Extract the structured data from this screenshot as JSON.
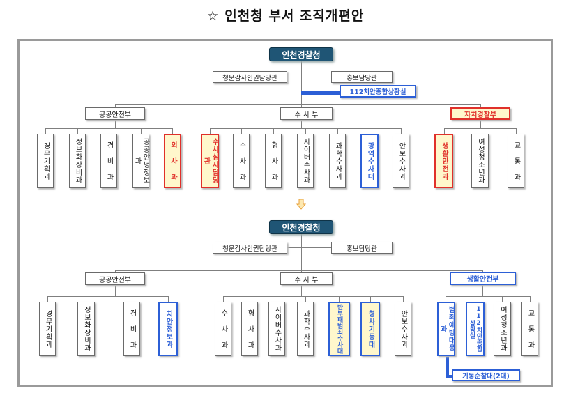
{
  "title": "☆ 인천청 부서 조직개편안",
  "before": {
    "head": "인천경찰청",
    "staff_left": "청문감사인권담당관",
    "staff_right": "홍보담당관",
    "staff_new": "112치안종합상황실",
    "bureaus": [
      "공공안전부",
      "수 사 부",
      "자치경찰부"
    ],
    "units_public": [
      "경무기획과",
      "정보화장비과",
      "경 비 과",
      "공공안녕정보과",
      "외 사 과"
    ],
    "units_invest": [
      "수사심사담당관",
      "수 사 과",
      "형 사 과",
      "사이버수사과",
      "과학수사과",
      "광역수사대",
      "안보수사과"
    ],
    "units_autonomy": [
      "생활안전과",
      "여성청소년과",
      "교 통 과"
    ]
  },
  "after": {
    "head": "인천경찰청",
    "staff_left": "청문감사인권담당관",
    "staff_right": "홍보담당관",
    "bureaus": [
      "공공안전부",
      "수 사 부",
      "생활안전부"
    ],
    "units_public": [
      "경무기획과",
      "정보화장비과",
      "경 비 과",
      "치안정보과"
    ],
    "units_invest": [
      "수 사 과",
      "형 사 과",
      "사이버수사과",
      "과학수사과",
      "반부패범죄수사대",
      "형사기동대",
      "안보수사과"
    ],
    "units_safety": [
      "범죄예방대응과",
      "112치안종합상황실",
      "여성청소년과",
      "교 통 과"
    ],
    "sub_unit": "기동순찰대(2대)"
  },
  "colors": {
    "head_bg": "#1f5575",
    "blue": "#2c5fd6",
    "red": "#e0302a",
    "yellow": "#fff7cc"
  }
}
